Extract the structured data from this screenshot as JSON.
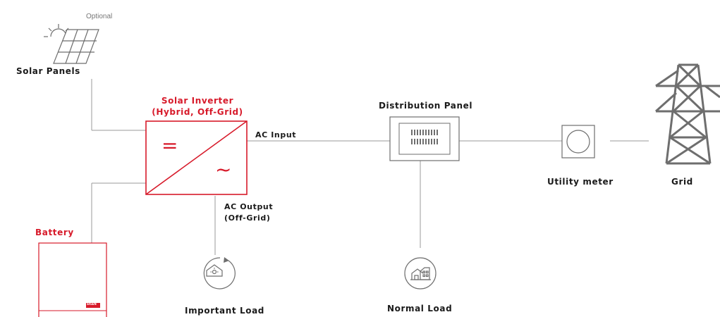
{
  "labels": {
    "optional": "Optional",
    "solar_panels": "Solar Panels",
    "inverter_line1": "Solar Inverter",
    "inverter_line2": "(Hybrid, Off-Grid)",
    "dc_symbol": "=",
    "ac_symbol": "~",
    "ac_input": "AC Input",
    "ac_output_line1": "AC Output",
    "ac_output_line2": "(Off-Grid)",
    "distribution_panel": "Distribution Panel",
    "utility_meter": "Utility meter",
    "grid": "Grid",
    "battery": "Battery",
    "battery_badge": "SIGEN",
    "important_load": "Important Load",
    "normal_load": "Normal Load"
  },
  "colors": {
    "accent": "#d71a2a",
    "line": "#9a9a9a",
    "icon": "#6e6e6e",
    "text": "#1a1a1a"
  },
  "icons": [
    "sun-icon",
    "solar-panel-icon",
    "inverter-icon",
    "distribution-panel-icon",
    "utility-meter-icon",
    "transmission-tower-icon",
    "battery-icon",
    "important-load-icon",
    "normal-load-icon"
  ]
}
